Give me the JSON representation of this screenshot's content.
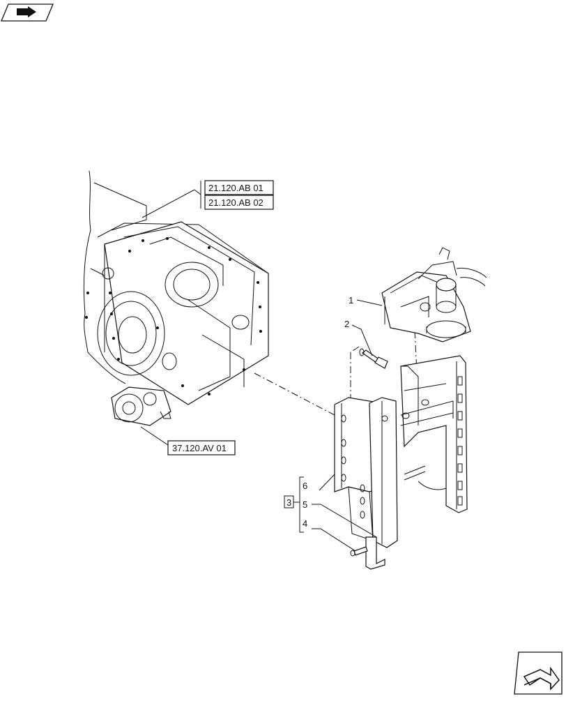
{
  "nav": {
    "top_icon": "previous-page-icon",
    "bottom_icon": "next-page-icon"
  },
  "references": {
    "ref1": "21.120.AB 01",
    "ref2": "21.120.AB 02",
    "ref3": "37.120.AV 01"
  },
  "callouts": {
    "c1": "1",
    "c2": "2",
    "c3": "3",
    "c4": "4",
    "c5": "5",
    "c6": "6"
  }
}
